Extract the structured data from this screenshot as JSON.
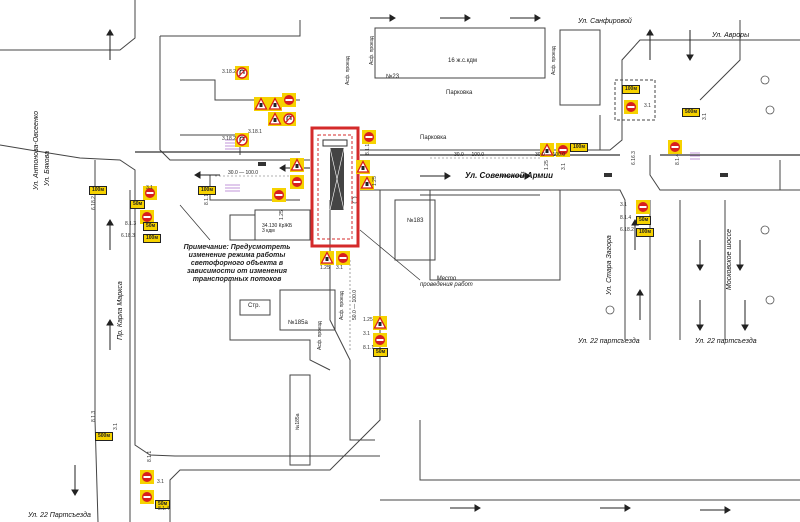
{
  "streets": {
    "sanfirovoy": "Ул. Санфировой",
    "avrory": "Ул. Авроры",
    "antonova_ovseenko": "Ул. Антонова-Овсеенко",
    "byakova": "Ул. Бякова",
    "karla_marksa": "Пр. Карла Маркса",
    "sovetskoy_armii": "Ул. Советской Армии",
    "stara_zagora": "Ул. Стара Загора",
    "moskovskoe_shosse": "Московское шоссе",
    "partsezda_sw": "Ул. 22 Партсъезда",
    "partsezda_center": "Ул. 22 партсъезда",
    "partsezda_east": "Ул. 22 партсъезда"
  },
  "labels": {
    "parkovka_top": "Парковка",
    "parkovka_mid": "Парковка",
    "asf_proezd_1": "Асф. проезд",
    "asf_proezd_2": "Асф. проезд",
    "asf_proezd_3": "Асф. проезд",
    "asf_proezd_4": "Асф. проезд",
    "asf_proezd_5": "Асф. проезд",
    "bldg_23": "№23",
    "bldg_183": "№183",
    "bldg_185a": "№185а",
    "bldg_16": "16 ж.с.кдм",
    "bldg_str": "Стр.",
    "bldg_3": "34.130 КрЖБ\n3 кдм",
    "bldg_185a_side": "№185а",
    "mesto_work": "Место\nпроведения работ",
    "note": "Примечание: Предусмотреть изменение режима работы светофорного объекта в зависимости от изменения транспортных потоков"
  },
  "dims": {
    "d1": "30.0 — 100.0",
    "d2": "30.0 — 100.0",
    "d3": "50.0 — 100.0",
    "d4": "30.0 — 100.0"
  },
  "sign_codes": {
    "c1": "3.18.2",
    "c2": "3.18.2",
    "c3": "3.18.1",
    "c4": "8.1.1",
    "c5": "1.25",
    "c6": "3.1",
    "c7": "8.1.3",
    "c8": "6.18.3",
    "c9": "6.18.2",
    "c10": "1.25",
    "c11": "3.1",
    "c12": "8.1.1",
    "c13": "1.25",
    "c14": "3.1",
    "c15": "6.16.3",
    "c16": "8.1.3",
    "c17": "3.1",
    "c18": "8.1.4",
    "c19": "6.18.2",
    "c20": "3.1",
    "c21": "8.1.1",
    "c22": "3.1",
    "c23": "8.1.4",
    "c24": "1.25",
    "c25": "3.1",
    "c26": "8.1.1",
    "c27": "1.25",
    "c28": "3.1"
  },
  "plates": {
    "p1": "100м",
    "p2": "50м",
    "p3": "50м",
    "p4": "100м",
    "p5": "100м",
    "p6": "500м",
    "p7": "50м",
    "p8": "100м",
    "p9": "50м",
    "p10": "500м",
    "p11": "50м",
    "p12": "100м"
  },
  "colors": {
    "work_zone": "#d42a2a",
    "sign_yellow": "#f6d200",
    "sign_red": "#d81e1e",
    "road_line": "#333333"
  }
}
